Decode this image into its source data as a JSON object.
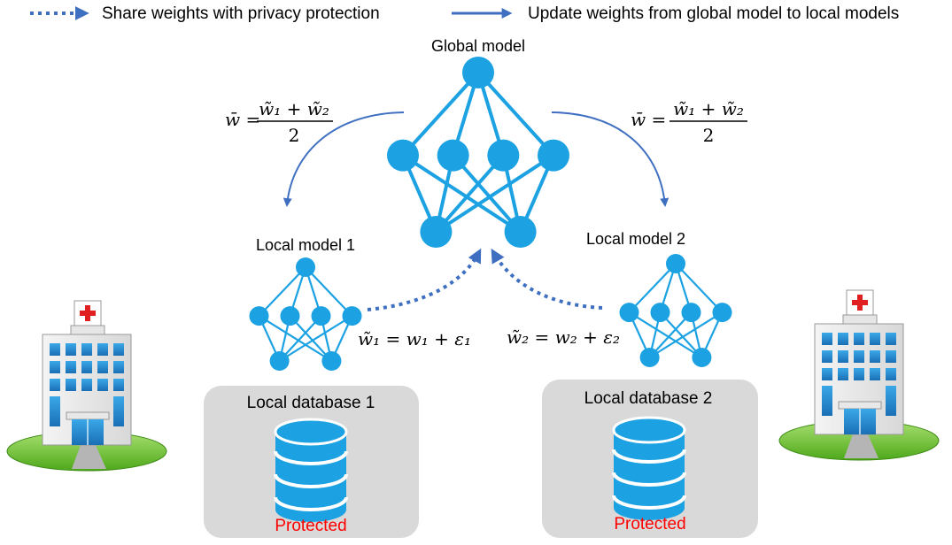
{
  "legend": {
    "dotted_label": "Share weights with privacy protection",
    "solid_label": "Update weights from global model to local models"
  },
  "global_model": {
    "title": "Global model"
  },
  "local_models": [
    {
      "title": "Local model 1",
      "noise_formula": "w̃₁ = w₁ + ε₁"
    },
    {
      "title": "Local model 2",
      "noise_formula": "w̃₂ = w₂ + ε₂"
    }
  ],
  "averaging": {
    "lhs": "w̄ =",
    "numerator": "w̃₁ + w̃₂",
    "denominator": "2"
  },
  "databases": [
    {
      "title": "Local database 1",
      "status": "Protected"
    },
    {
      "title": "Local database 2",
      "status": "Protected"
    }
  ],
  "colors": {
    "node": "#1ca2e3",
    "arrow": "#3f6fc1",
    "protected_text": "#ff0000",
    "panel": "#d9d9d9",
    "ground": "#6cc12c"
  },
  "icons": [
    "hospital-icon",
    "database-icon",
    "neural-network-icon"
  ]
}
